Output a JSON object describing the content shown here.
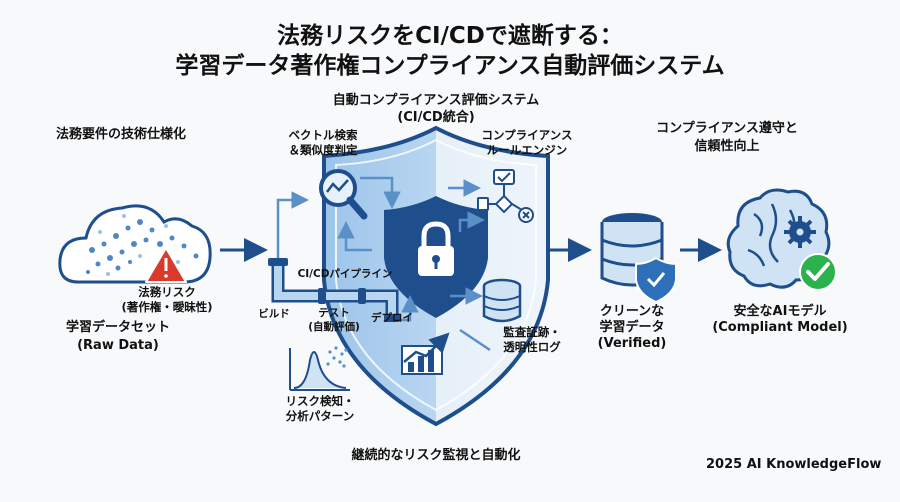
{
  "title": {
    "line1": "法務リスクをCI/CDで遮断する：",
    "line2": "学習データ著作権コンプライアンス自動評価システム"
  },
  "left": {
    "heading": "法務要件の技術仕様化",
    "risk_line1": "法務リスク",
    "risk_line2": "(著作権・曖昧性)",
    "dataset_line1": "学習データセット",
    "dataset_line2": "(Raw Data)"
  },
  "center": {
    "system_line1": "自動コンプライアンス評価システム",
    "system_line2": "(CI/CD統合)",
    "vector_line1": "ベクトル検索",
    "vector_line2": "＆類似度判定",
    "rule_line1": "コンプライアンス",
    "rule_line2": "ルールエンジン",
    "pipeline": "CI/CDパイプライン",
    "build": "ビルド",
    "test_line1": "テスト",
    "test_line2": "(自動評価)",
    "deploy": "デプロイ",
    "audit_line1": "監査証跡・",
    "audit_line2": "透明性ログ",
    "risk_detect_line1": "リスク検知・",
    "risk_detect_line2": "分析パターン",
    "bottom": "継続的なリスク監視と自動化"
  },
  "right": {
    "heading_line1": "コンプライアンス遵守と",
    "heading_line2": "信頼性向上",
    "clean_line1": "クリーンな",
    "clean_line2": "学習データ",
    "clean_line3": "(Verified)",
    "model_line1": "安全なAIモデル",
    "model_line2": "(Compliant Model)"
  },
  "footer": "2025 AI KnowledgeFlow",
  "icons": {
    "cloud": "cloud-data-icon",
    "warning": "warning-icon",
    "shield": "shield-icon",
    "lock": "lock-icon",
    "magnifier": "magnifier-chart-icon",
    "flowchart": "flowchart-icon",
    "pipeline": "pipeline-icon",
    "database": "database-icon",
    "bar_chart": "bar-chart-icon",
    "distribution": "distribution-chart-icon",
    "brain": "brain-gear-icon",
    "check": "check-icon"
  },
  "colors": {
    "primary": "#1f4e8c",
    "light_blue": "#cfe3f5",
    "accent_red": "#d93a2b",
    "accent_green": "#2bb24c"
  }
}
